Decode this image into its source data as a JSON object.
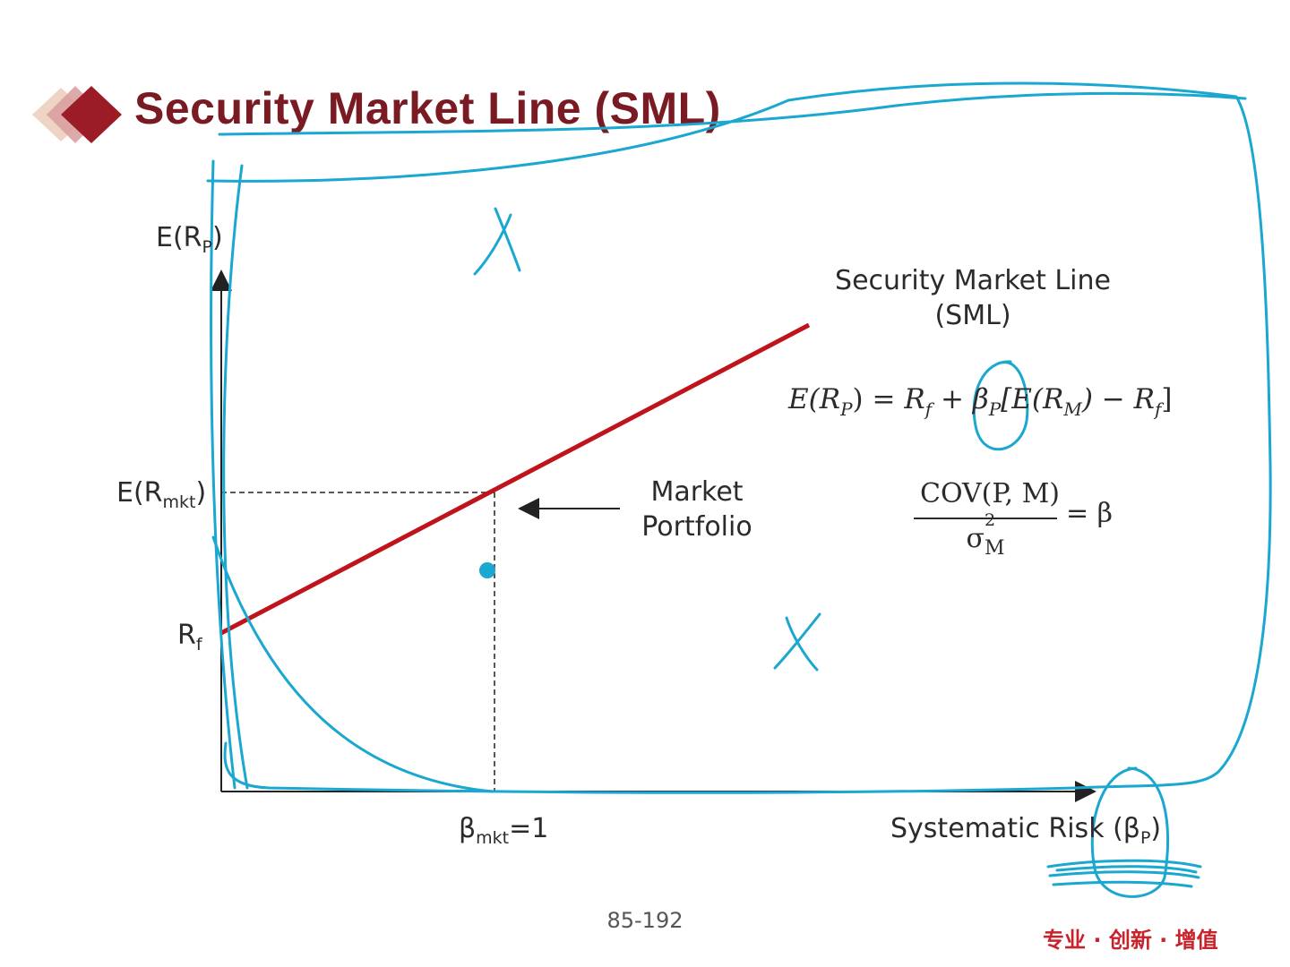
{
  "slide": {
    "title": "Security Market Line (SML)",
    "page_number": "85-192",
    "slogan": "专业 · 创新 · 增值"
  },
  "diagram": {
    "y_axis_label": {
      "main": "E(R",
      "sub": "P",
      "close": ")"
    },
    "emkt_label": {
      "main": "E(R",
      "sub": "mkt",
      "close": ")"
    },
    "rf_label": {
      "main": "R",
      "sub": "f"
    },
    "beta_mkt_label": {
      "main": "β",
      "sub": "mkt",
      "tail": "=1"
    },
    "x_axis_label": {
      "main": "Systematic Risk (β",
      "sub": "P",
      "close": ")"
    },
    "sml_label_line1": "Security Market Line",
    "sml_label_line2": "(SML)",
    "market_portfolio_line1": "Market",
    "market_portfolio_line2": "Portfolio",
    "formula": {
      "lhs": "E",
      "lhs_paren_open": "(R",
      "lhs_sub": "P",
      "lhs_paren_close": ")",
      "eq": " = ",
      "rf": "R",
      "rf_sub": "f",
      "plus": " + ",
      "beta": "β",
      "beta_sub": "P",
      "bracket": "[E(R",
      "rm_sub": "M",
      "minus": ") − R",
      "rf2_sub": "f",
      "close": "]"
    },
    "beta_formula": {
      "numerator": "COV(P, M)",
      "denominator_base": "σ",
      "denominator_sup": "2",
      "denominator_sub": "M",
      "equals": "= β"
    },
    "colors": {
      "sml_line": "#c0141c",
      "axes": "#222222",
      "annotation": "#1aa7d0",
      "title": "#7a1a22",
      "logo_dark": "#9b1c26",
      "logo_mid": "#d9a0a0",
      "logo_light": "#efd3c4"
    }
  }
}
